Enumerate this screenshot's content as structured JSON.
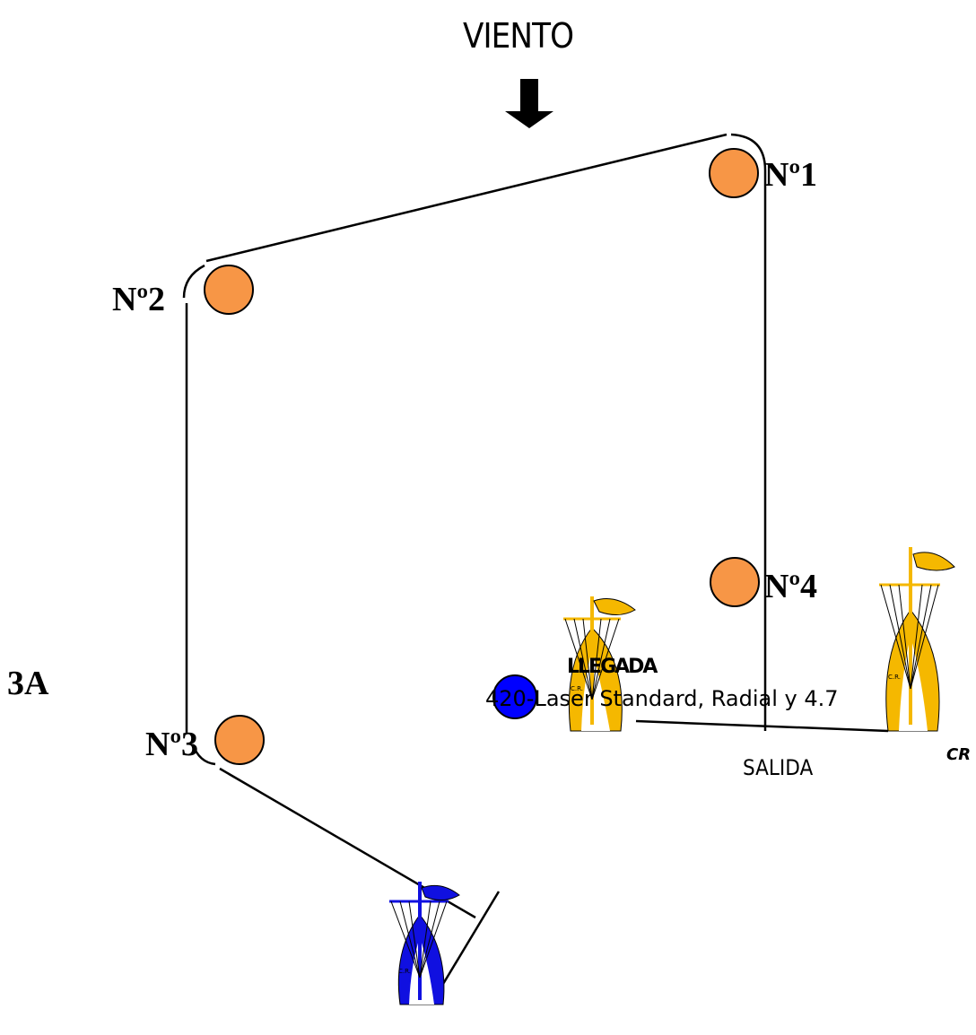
{
  "title": "VIENTO",
  "course_code": "3A",
  "marks": [
    {
      "id": "1",
      "label": "Nº1",
      "color": "#f79646"
    },
    {
      "id": "2",
      "label": "Nº2",
      "color": "#f79646"
    },
    {
      "id": "3",
      "label": "Nº3",
      "color": "#f79646"
    },
    {
      "id": "4",
      "label": "Nº4",
      "color": "#f79646"
    }
  ],
  "finish_buoy_color": "#0000ff",
  "start_label": "SALIDA",
  "committee_label": "CR",
  "finish_label": "LLEGADA",
  "classes_label": "420-Laser Standard, Radial y 4.7",
  "boat_colors": {
    "committee": "#f5b800",
    "finish": "#1010e0"
  }
}
